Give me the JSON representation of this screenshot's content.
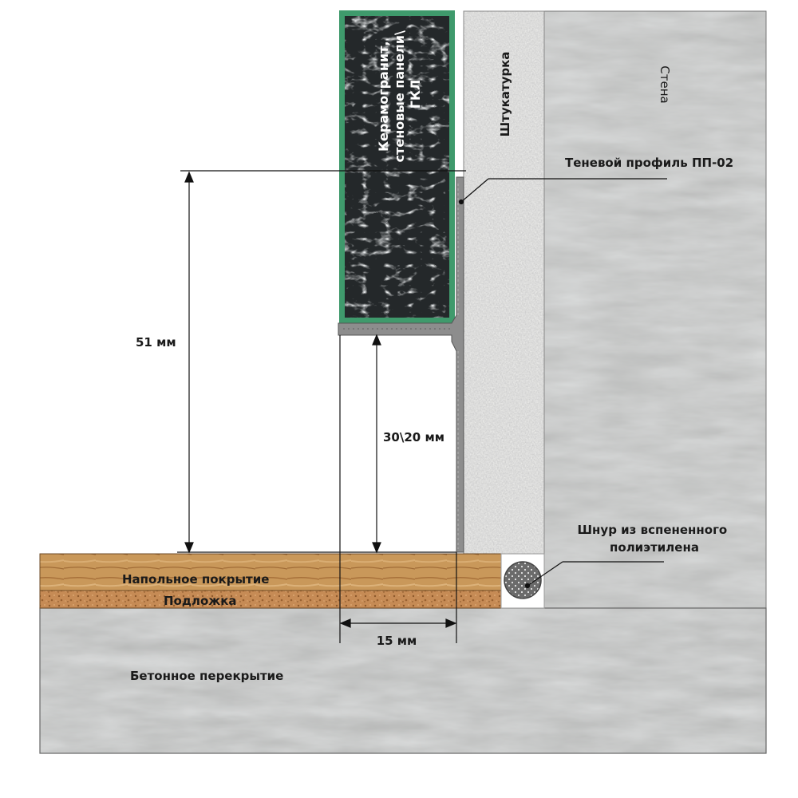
{
  "labels": {
    "tile": [
      "Керамогранит,",
      "стеновые панели\\",
      "ГКЛ"
    ],
    "plaster": "Штукатурка",
    "wall": "Стена",
    "profile": "Теневой профиль ПП-02",
    "cord": [
      "Шнур из вспененного",
      "полиэтилена"
    ],
    "floor_covering": "Напольное покрытие",
    "underlay": "Подложка",
    "slab": "Бетонное перекрытие"
  },
  "dimensions": {
    "total_height": "51 мм",
    "gap_height": "30\\20 мм",
    "gap_width": "15 мм"
  },
  "colors": {
    "tile_border": "#3f9a6c",
    "tile_fill": "#24282a",
    "plaster": "#e8e8e6",
    "concrete": "#b7b8b7",
    "wood": "#c89a5c",
    "cork": "#c48a55",
    "profile": "#8d8d8d",
    "cord": "#6f6f6f"
  }
}
